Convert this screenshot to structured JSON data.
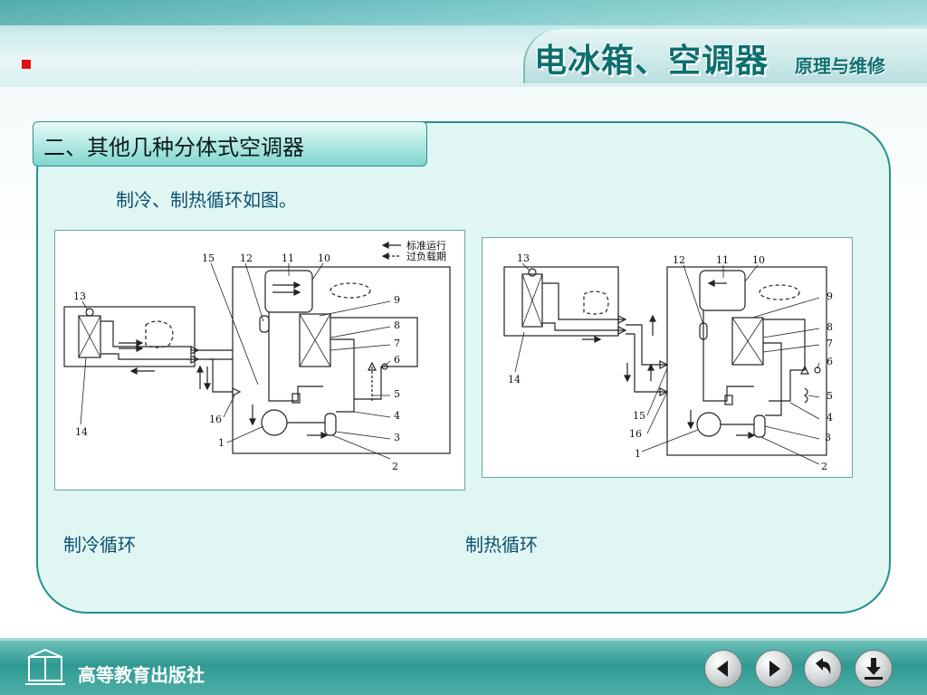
{
  "header": {
    "logo_main": "电冰箱、空调器",
    "logo_sub": "原理与维修"
  },
  "section_title": "二、其他几种分体式空调器",
  "caption": "制冷、制热循环如图。",
  "figure_left": {
    "legend": [
      "标准运行",
      "过负载期"
    ],
    "labels": [
      "1",
      "2",
      "3",
      "4",
      "5",
      "6",
      "7",
      "8",
      "9",
      "10",
      "11",
      "12",
      "13",
      "14",
      "15",
      "16"
    ]
  },
  "figure_right": {
    "labels": [
      "1",
      "2",
      "3",
      "4",
      "5",
      "6",
      "7",
      "8",
      "9",
      "10",
      "11",
      "12",
      "13",
      "14",
      "15",
      "16"
    ]
  },
  "cycle_labels": {
    "cooling": "制冷循环",
    "heating": "制热循环"
  },
  "footer": {
    "publisher": "高等教育出版社",
    "icons": [
      "back-icon",
      "forward-icon",
      "return-icon",
      "download-icon"
    ]
  },
  "colors": {
    "accent": "#2a8f8f",
    "panel": "#dff6f3",
    "bullet": "#e01010"
  }
}
